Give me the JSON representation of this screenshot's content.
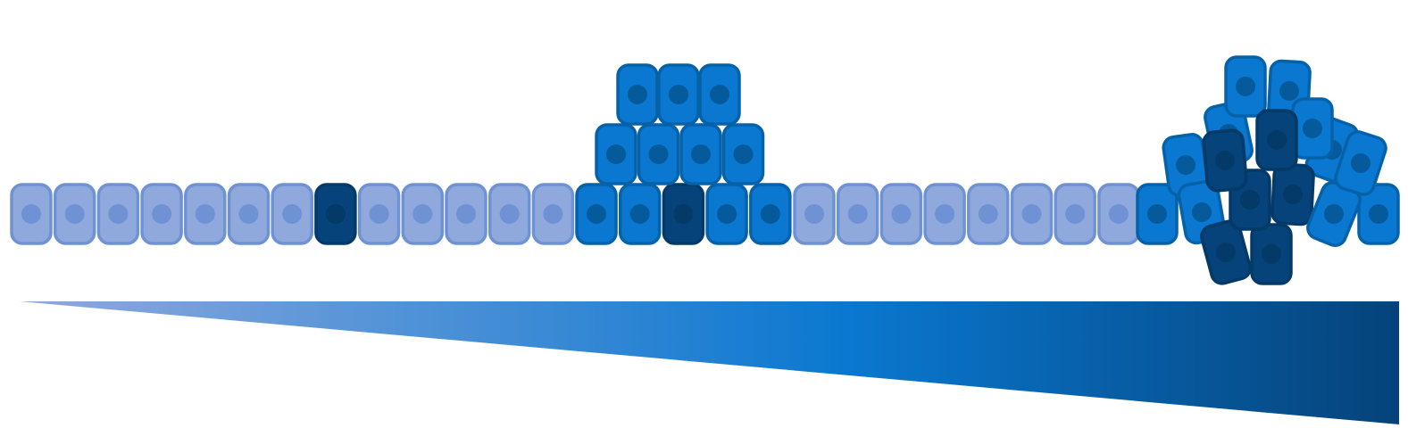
{
  "figure": {
    "colors": {
      "background": "#ffffff",
      "normal_cell_fill": "#8fa9dd",
      "normal_cell_stroke": "#6f92d4",
      "normal_nucleus": "#6f92d4",
      "proliferating_cell_fill": "#0a78d0",
      "proliferating_cell_stroke": "#0562a8",
      "proliferating_nucleus": "#045a9a",
      "mutant_cell_fill": "#05437a",
      "mutant_cell_stroke": "#033a68",
      "mutant_nucleus": "#033a68",
      "gradient_start": "#8fa9dd",
      "gradient_mid": "#0a78d0",
      "gradient_end": "#05437a"
    },
    "stages": [
      {
        "name": "normal-epithelium",
        "cell_types": [
          "normal",
          "normal",
          "normal",
          "normal",
          "normal",
          "normal",
          "normal",
          "mutant",
          "normal",
          "normal",
          "normal",
          "normal",
          "normal"
        ]
      },
      {
        "name": "hyperplasia",
        "basal_layer": [
          "proliferating",
          "proliferating",
          "mutant",
          "proliferating",
          "proliferating"
        ],
        "upper_layers": [
          [
            "proliferating",
            "proliferating",
            "proliferating",
            "proliferating"
          ],
          [
            "proliferating",
            "proliferating",
            "proliferating"
          ]
        ]
      },
      {
        "name": "normal-epithelium-2",
        "cell_types": [
          "normal",
          "normal",
          "normal",
          "normal",
          "normal",
          "normal",
          "normal",
          "normal"
        ]
      },
      {
        "name": "invasive-tumor",
        "mixed_cell_types": [
          "proliferating",
          "mutant"
        ]
      }
    ],
    "progression_wedge": {
      "direction": "left-to-right",
      "meaning_shown_by": "color gradient"
    }
  }
}
